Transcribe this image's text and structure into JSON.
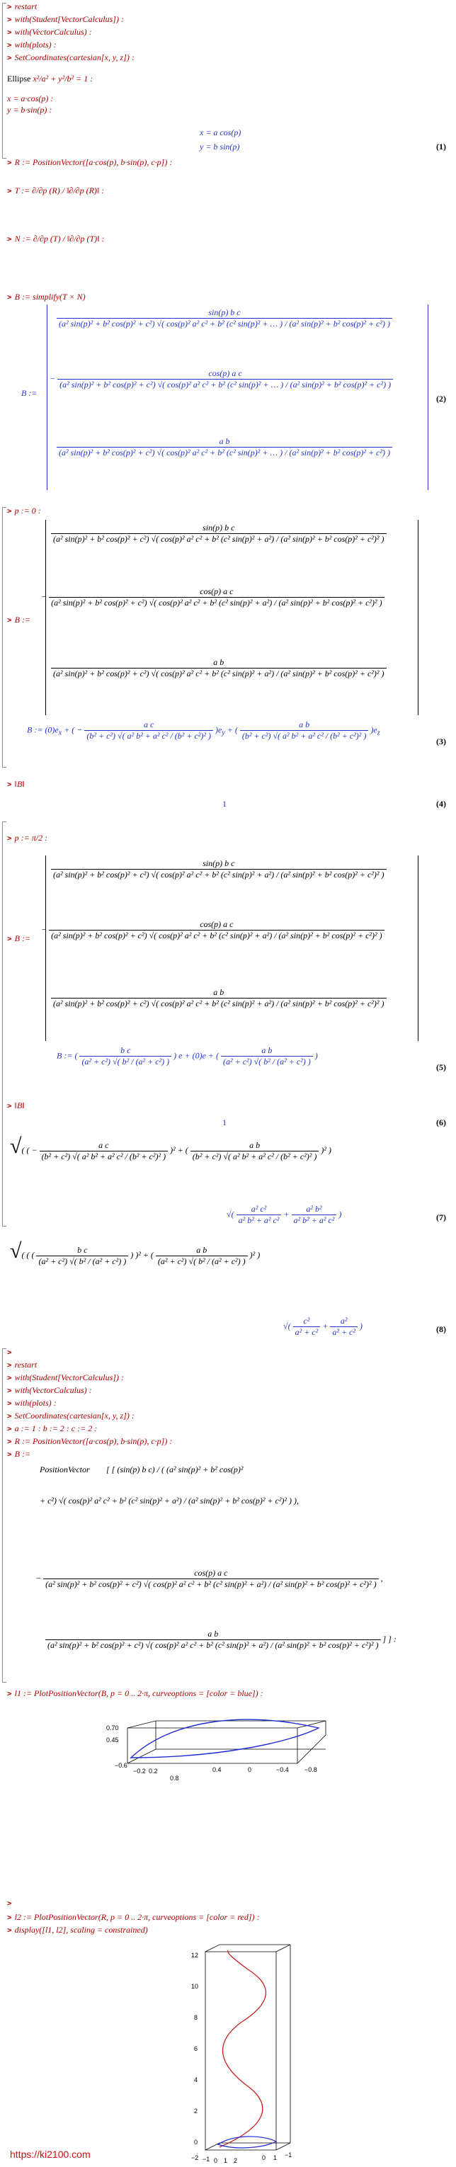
{
  "block1": {
    "inputs": [
      "restart",
      "with(Student[VectorCalculus]) :",
      "with(VectorCalculus) :",
      "with(plots) :",
      "SetCoordinates(cartesian[x, y, z]) :"
    ],
    "ellipse_label": "Ellipse",
    "ellipse_eq": "x²/a² + y²/b² = 1 :",
    "x_def": "x = a·cos(p) :",
    "y_def": "y = b·sin(p) :",
    "out_x": "x = a cos(p)",
    "out_y": "y = b sin(p)",
    "eq1": "(1)",
    "R_def": "R := PositionVector([a·cos(p), b·sin(p), c·p]) :",
    "T_def": "T := ∂/∂p (R) / ‖∂/∂p (R)‖ :",
    "N_def": "N := ∂/∂p (T) / ‖∂/∂p (T)‖ :",
    "B_def": "B := simplify(T × N)",
    "B_out_label": "B :=",
    "B_row1_num": "sin(p) b c",
    "B_row1_den": "(a² sin(p)² + b² cos(p)² + c²) √( cos(p)² a² c² + b² (c² sin(p)² + … ) / (a² sin(p)² + b² cos(p)² + c²) )",
    "B_row2_num": "cos(p) a c",
    "B_row2_den": "(a² sin(p)² + b² cos(p)² + c²) √( cos(p)² a² c² + b² (c² sin(p)² + … ) / (a² sin(p)² + b² cos(p)² + c²) )",
    "B_row3_num": "a b",
    "B_row3_den": "(a² sin(p)² + b² cos(p)² + c²) √( cos(p)² a² c² + b² (c² sin(p)² + … ) / (a² sin(p)² + b² cos(p)² + c²) )",
    "eq2": "(2)"
  },
  "block2": {
    "p0": "p := 0 :",
    "B_label": "B :=",
    "row1_num": "sin(p) b c",
    "row1_den": "(a² sin(p)² + b² cos(p)² + c²) √( cos(p)² a² c² + b² (c² sin(p)² + a²) / (a² sin(p)² + b² cos(p)² + c²)² )",
    "row2_num": "cos(p) a c",
    "row2_den": "(a² sin(p)² + b² cos(p)² + c²) √( cos(p)² a² c² + b² (c² sin(p)² + a²) / (a² sin(p)² + b² cos(p)² + c²)² )",
    "row3_num": "a b",
    "row3_den": "(a² sin(p)² + b² cos(p)² + c²) √( cos(p)² a² c² + b² (c² sin(p)² + a²) / (a² sin(p)² + b² cos(p)² + c²)² )",
    "out3_lead": "B := (0)e",
    "out3_mid_num": "a c",
    "out3_mid_den": "(b² + c²) √( a² b² + a² c² / (b² + c²)² )",
    "out3_r_num": "a b",
    "out3_r_den": "(b² + c²) √( a² b² + a² c² / (b² + c²)² )",
    "eq3": "(3)",
    "normB": "‖B‖",
    "out4": "1",
    "eq4": "(4)"
  },
  "block3": {
    "p_def": "p := π/2 :",
    "B_label": "B :=",
    "row1_num": "sin(p) b c",
    "row2_num": "cos(p) a c",
    "row3_num": "a b",
    "row_den": "(a² sin(p)² + b² cos(p)² + c²) √( cos(p)² a² c² + b² (c² sin(p)² + a²) / (a² sin(p)² + b² cos(p)² + c²)² )",
    "out5_lead": "B :=",
    "out5_a_num": "b c",
    "out5_a_den": "(a² + c²) √( b² / (a² + c²) )",
    "out5_mid": "e  + (0)e  +",
    "out5_b_num": "a b",
    "out5_b_den": "(a² + c²) √( b² / (a² + c²) )",
    "eq5": "(5)",
    "normB": "‖B‖",
    "out6": "1",
    "eq6": "(6)",
    "sqrt7_a_num": "a c",
    "sqrt7_a_den": "(b² + c²) √( a² b² + a² c² / (b² + c²)² )",
    "sqrt7_b_num": "a b",
    "sqrt7_b_den": "(b² + c²) √( a² b² + a² c² / (b² + c²)² )",
    "out7_t1_num": "a² c²",
    "out7_t1_den": "a² b² + a² c²",
    "out7_t2_num": "a² b²",
    "out7_t2_den": "a² b² + a² c²",
    "eq7": "(7)",
    "sqrt8_a_num": "b c",
    "sqrt8_a_den": "(a² + c²) √( b² / (a² + c²) )",
    "sqrt8_b_num": "a b",
    "sqrt8_b_den": "(a² + c²) √( b² / (a² + c²) )",
    "out8_t1_num": "c²",
    "out8_t1_den": "a² + c²",
    "out8_t2_num": "a²",
    "out8_t2_den": "a² + c²",
    "eq8": "(8)"
  },
  "block4": {
    "inputs": [
      "restart",
      "with(Student[VectorCalculus]) :",
      "with(VectorCalculus) :",
      "with(plots) :",
      "SetCoordinates(cartesian[x, y, z]) :",
      "a := 1 : b := 2 : c := 2 :",
      "R := PositionVector([a·cos(p), b·sin(p), c·p]) :",
      "B :="
    ],
    "pv_label": "PositionVector",
    "pv_line1": "[ [ (sin(p) b c) / ( (a² sin(p)² + b² cos(p)²",
    "pv_line2": "+ c²) √( cos(p)² a² c² + b² (c² sin(p)² + a²) / (a² sin(p)² + b² cos(p)² + c²)² ) ),",
    "pv_row2_num": "cos(p) a c",
    "pv_row2_den": "(a² sin(p)² + b² cos(p)² + c²) √( cos(p)² a² c² + b² (c² sin(p)² + a²) / (a² sin(p)² + b² cos(p)² + c²)² )",
    "pv_row3_num": "a b",
    "pv_row3_den": "(a² sin(p)² + b² cos(p)² + c²) √( cos(p)² a² c² + b² (c² sin(p)² + a²) / (a² sin(p)² + b² cos(p)² + c²)² )",
    "l1_def": "l1 := PlotPositionVector(B, p = 0 .. 2·π, curveoptions = [color = blue]) :",
    "plot1_ticks": [
      "0.70",
      "0.45",
      "−0.6",
      "−0.2",
      "0.2",
      "0.8",
      "0.4",
      "0",
      "−0.4",
      "−0.8"
    ],
    "l2_def": "l2 := PlotPositionVector(R, p = 0 .. 2·π, curveoptions = [color = red]) :",
    "display": "display([l1, l2], scaling = constrained)",
    "plot2_ticks": [
      "12",
      "10",
      "8",
      "6",
      "4",
      "2",
      "0",
      "−2",
      "−1",
      "0",
      "1",
      "2",
      "0",
      "1",
      "−1"
    ],
    "colors": {
      "input": "#b00000",
      "output": "#2233cc",
      "curve_blue": "#1f2bd6",
      "curve_red": "#c81e1e"
    }
  },
  "watermark": "https://ki2100.com"
}
